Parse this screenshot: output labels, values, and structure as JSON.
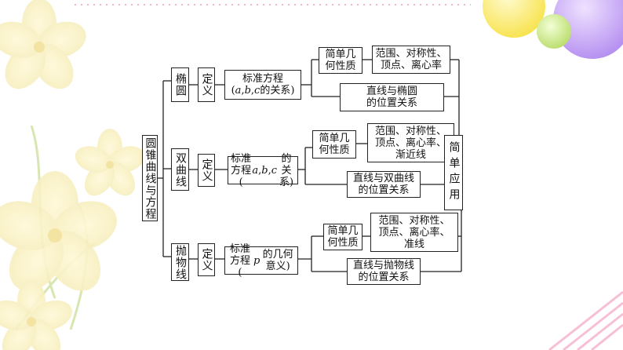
{
  "root": "圆锥曲线与方程",
  "application": "简单应用",
  "common": {
    "definition": "定义",
    "geometry": "简单几\n何性质"
  },
  "branches": [
    {
      "curve": "椭圆",
      "equation": "标准方程\n(a,b,c的关系)",
      "properties": "范围、对称性、\n顶点、离心率",
      "relation": "直线与椭圆\n的位置关系"
    },
    {
      "curve": "双曲线",
      "equation": "标准方程\n(a,b,c的关系)",
      "properties": "范围、对称性、\n顶点、离心率、\n渐近线",
      "relation": "直线与双曲线\n的位置关系"
    },
    {
      "curve": "抛物线",
      "equation": "标准方程\n(p的几何意义)",
      "properties": "范围、对称性、\n顶点、离心率、\n准线",
      "relation": "直线与抛物线\n的位置关系"
    }
  ],
  "colors": {
    "line": "#222222",
    "flower_petal": "#fdf5c8",
    "ball_yellow": "#fbe95a",
    "ball_purple": "#c9a6f4",
    "ball_green": "#cfe88a",
    "stripe_pink": "#f7b6d2"
  }
}
